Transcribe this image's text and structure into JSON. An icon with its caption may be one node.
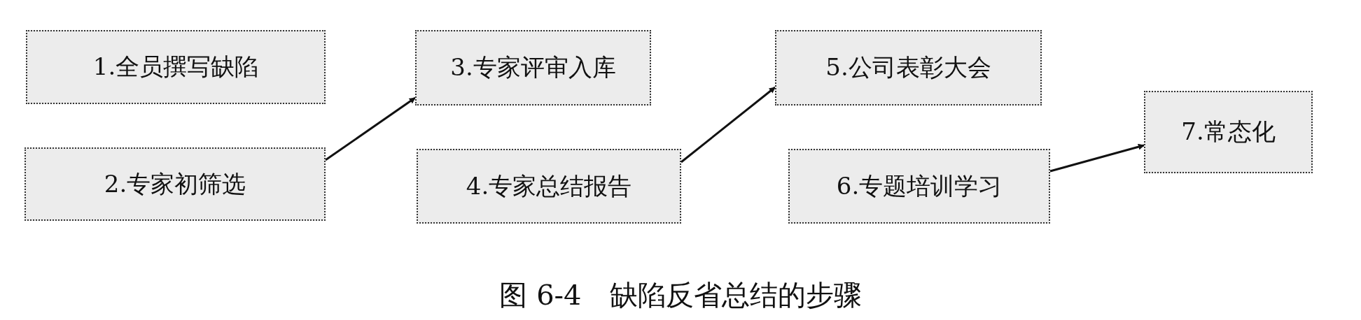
{
  "diagram": {
    "caption": "图 6-4　缺陷反省总结的步骤",
    "nodes": [
      {
        "text": [
          "1.全员撰写缺陷"
        ]
      },
      {
        "text": [
          "2.专家初筛选"
        ]
      },
      {
        "text": [
          "3.专家评审入库"
        ]
      },
      {
        "text": [
          "4.专家总结报告"
        ]
      },
      {
        "text": [
          "5.公司表彰大会"
        ]
      },
      {
        "text": [
          "6.专题培训学习"
        ]
      },
      {
        "text": [
          "7.常态化"
        ]
      }
    ],
    "edges": [
      {
        "from": 1,
        "to": 2,
        "arrow": "to"
      },
      {
        "from": 3,
        "to": 4,
        "arrow": "to"
      },
      {
        "from": 5,
        "to": 6,
        "arrow": "to"
      }
    ]
  }
}
